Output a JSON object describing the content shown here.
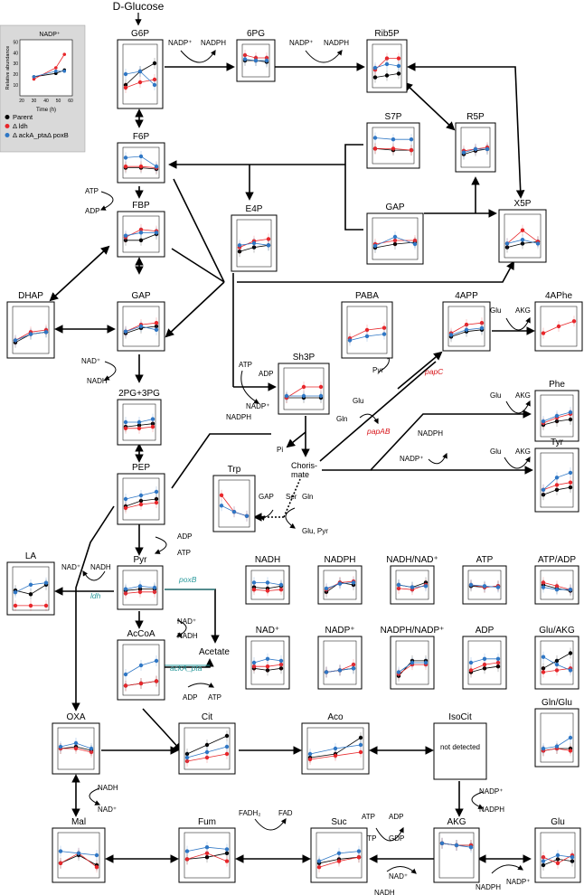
{
  "colors": {
    "parent": "#000000",
    "ldh": "#e8262a",
    "ackA_poxB": "#2f77c5",
    "gene_red": "#d8161b",
    "gene_teal": "#2a9a9c",
    "legend_bg": "#d9d9d9"
  },
  "top_label": "D-Glucose",
  "legend": {
    "panel_title": "NADP⁺",
    "y_axis_label": "Relative abundance",
    "x_axis_label": "Time (h)",
    "y_ticks": [
      "10",
      "20",
      "30",
      "40",
      "50"
    ],
    "x_ticks": [
      "20",
      "30",
      "40",
      "50",
      "60"
    ],
    "items": [
      {
        "label": "Parent",
        "color_key": "parent"
      },
      {
        "label": "Δ ldh",
        "color_key": "ldh"
      },
      {
        "label": "Δ ackA_ptaΔ poxB",
        "color_key": "ackA_poxB"
      }
    ],
    "example_series": {
      "time_h": [
        30,
        48,
        55
      ],
      "parent": [
        22,
        25,
        28
      ],
      "ldh": [
        20,
        30,
        42
      ],
      "ackA_poxB": [
        22,
        27,
        27
      ]
    }
  },
  "metabolites": [
    {
      "id": "G6P",
      "label": "G6P",
      "plot": true
    },
    {
      "id": "6PG",
      "label": "6PG",
      "plot": true
    },
    {
      "id": "Rib5P",
      "label": "Rib5P",
      "plot": true
    },
    {
      "id": "F6P",
      "label": "F6P",
      "plot": true
    },
    {
      "id": "S7P",
      "label": "S7P",
      "plot": true
    },
    {
      "id": "R5P",
      "label": "R5P",
      "plot": true
    },
    {
      "id": "FBP",
      "label": "FBP",
      "plot": true
    },
    {
      "id": "E4P",
      "label": "E4P",
      "plot": true
    },
    {
      "id": "GAP_ppp",
      "label": "GAP",
      "plot": true
    },
    {
      "id": "X5P",
      "label": "X5P",
      "plot": true
    },
    {
      "id": "DHAP",
      "label": "DHAP",
      "plot": true
    },
    {
      "id": "GAP",
      "label": "GAP",
      "plot": true
    },
    {
      "id": "PABA",
      "label": "PABA",
      "plot": true
    },
    {
      "id": "4APP",
      "label": "4APP",
      "plot": true
    },
    {
      "id": "4APhe",
      "label": "4APhe",
      "plot": true
    },
    {
      "id": "Sh3P",
      "label": "Sh3P",
      "plot": true
    },
    {
      "id": "2PG3PG",
      "label": "2PG+3PG",
      "plot": true
    },
    {
      "id": "Phe",
      "label": "Phe",
      "plot": true
    },
    {
      "id": "Trp",
      "label": "Trp",
      "plot": true
    },
    {
      "id": "PEP",
      "label": "PEP",
      "plot": true
    },
    {
      "id": "Tyr",
      "label": "Tyr",
      "plot": true
    },
    {
      "id": "LA",
      "label": "LA",
      "plot": true
    },
    {
      "id": "Pyr",
      "label": "Pyr",
      "plot": true
    },
    {
      "id": "NADH",
      "label": "NADH",
      "plot": true
    },
    {
      "id": "NADPH",
      "label": "NADPH",
      "plot": true
    },
    {
      "id": "NADH_NAD",
      "label": "NADH/NAD⁺",
      "plot": true
    },
    {
      "id": "ATP",
      "label": "ATP",
      "plot": true
    },
    {
      "id": "ATP_ADP",
      "label": "ATP/ADP",
      "plot": true
    },
    {
      "id": "AcCoA",
      "label": "AcCoA",
      "plot": true
    },
    {
      "id": "NADplus",
      "label": "NAD⁺",
      "plot": true
    },
    {
      "id": "NADPplus",
      "label": "NADP⁺",
      "plot": true
    },
    {
      "id": "NADPH_NADP",
      "label": "NADPH/NADP⁺",
      "plot": true
    },
    {
      "id": "ADP",
      "label": "ADP",
      "plot": true
    },
    {
      "id": "Glu_AKG",
      "label": "Glu/AKG",
      "plot": true
    },
    {
      "id": "Gln_Glu",
      "label": "Gln/Glu",
      "plot": true
    },
    {
      "id": "OXA",
      "label": "OXA",
      "plot": true
    },
    {
      "id": "Cit",
      "label": "Cit",
      "plot": true
    },
    {
      "id": "Aco",
      "label": "Aco",
      "plot": true
    },
    {
      "id": "IsoCit",
      "label": "IsoCit",
      "plot": false,
      "note": "not detected"
    },
    {
      "id": "Mal",
      "label": "Mal",
      "plot": true
    },
    {
      "id": "Fum",
      "label": "Fum",
      "plot": true
    },
    {
      "id": "Suc",
      "label": "Suc",
      "plot": true
    },
    {
      "id": "AKG",
      "label": "AKG",
      "plot": true
    },
    {
      "id": "Glu",
      "label": "Glu",
      "plot": true
    }
  ],
  "cofactor_labels": {
    "nadp_6pg_in": "NADP⁺",
    "nadph_6pg_out": "NADPH",
    "nadp_rib_in": "NADP⁺",
    "nadph_rib_out": "NADPH",
    "atp_fbp": "ATP",
    "adp_fbp": "ADP",
    "nad_gap": "NAD⁺",
    "nadh_gap": "NADH",
    "atp_sh3p": "ATP",
    "adp_sh3p": "ADP",
    "nadp_sh3p": "NADP⁺",
    "nadph_sh3p": "NADPH",
    "pi": "Pi",
    "chorismate": "Choris-\nmate",
    "pyr_paba": "Pyr",
    "glu_paba": "Glu",
    "gln_paba": "Gln",
    "glu_4aphe": "Glu",
    "akg_4aphe": "AKG",
    "glu_phe": "Glu",
    "akg_phe": "AKG",
    "nadph_tyr": "NADPH",
    "nadp_tyr": "NADP⁺",
    "glu_tyr": "Glu",
    "akg_tyr": "AKG",
    "gap_trp": "GAP",
    "ser_trp": "Ser",
    "gln_trp": "Gln",
    "glupyr_trp": "Glu, Pyr",
    "adp_pep": "ADP",
    "atp_pep": "ATP",
    "nad_la": "NAD⁺",
    "nadh_la": "NADH",
    "nad_acc": "NAD⁺",
    "nadh_acc": "NADH",
    "acetate": "Acetate",
    "adp_ace": "ADP",
    "atp_ace": "ATP",
    "nadh_oxa": "NADH",
    "nad_oxa": "NAD⁺",
    "nadp_akg": "NADP⁺",
    "nadph_akg": "NADPH",
    "fadh2": "FADH₂",
    "fad": "FAD",
    "atp_suc": "ATP",
    "adp_suc": "ADP",
    "gtp_suc": "GTP",
    "gdp_suc": "GDP",
    "nad_suc": "NAD⁺",
    "nadh_suc": "NADH",
    "nadph_glu": "NADPH",
    "nadp_glu": "NADP⁺"
  },
  "genes": {
    "ldh": {
      "label": "ldh",
      "color_key": "gene_teal"
    },
    "poxB": {
      "label": "poxB",
      "color_key": "gene_teal"
    },
    "ackA_pta": {
      "label": "ackA_pta",
      "color_key": "gene_teal"
    },
    "papAB": {
      "label": "papAB",
      "color_key": "gene_red"
    },
    "papC": {
      "label": "papC",
      "color_key": "gene_red"
    }
  }
}
